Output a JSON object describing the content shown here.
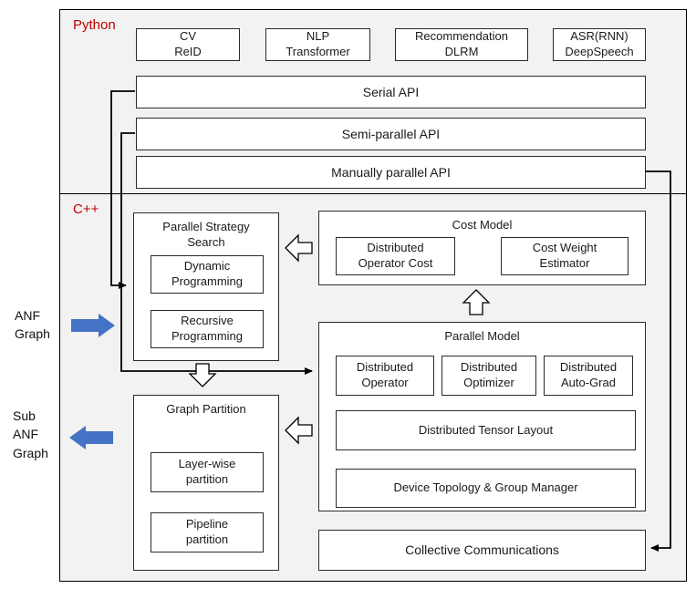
{
  "python_section": {
    "label": "Python"
  },
  "cpp_section": {
    "label": "C++"
  },
  "app_boxes": [
    {
      "label": "CV\nReID"
    },
    {
      "label": "NLP\nTransformer"
    },
    {
      "label": "Recommendation\nDLRM"
    },
    {
      "label": "ASR(RNN)\nDeepSpeech"
    }
  ],
  "api_bars": [
    {
      "label": "Serial API"
    },
    {
      "label": "Semi-parallel API"
    },
    {
      "label": "Manually parallel API"
    }
  ],
  "strategy_search": {
    "title": "Parallel Strategy\nSearch",
    "items": [
      {
        "label": "Dynamic\nProgramming"
      },
      {
        "label": "Recursive\nProgramming"
      }
    ]
  },
  "cost_model": {
    "title": "Cost Model",
    "items": [
      {
        "label": "Distributed\nOperator Cost"
      },
      {
        "label": "Cost Weight\nEstimator"
      }
    ]
  },
  "parallel_model": {
    "title": "Parallel Model",
    "row": [
      {
        "label": "Distributed\nOperator"
      },
      {
        "label": "Distributed\nOptimizer"
      },
      {
        "label": "Distributed\nAuto-Grad"
      }
    ],
    "wide": [
      {
        "label": "Distributed Tensor Layout"
      },
      {
        "label": "Device Topology & Group Manager"
      }
    ]
  },
  "graph_partition": {
    "title": "Graph Partition",
    "items": [
      {
        "label": "Layer-wise\npartition"
      },
      {
        "label": "Pipeline\npartition"
      }
    ]
  },
  "collective": {
    "label": "Collective Communications"
  },
  "side": {
    "anf": "ANF\nGraph",
    "sub_anf": "Sub\nANF\nGraph"
  },
  "colors": {
    "accent_red": "#c00000",
    "arrow_blue": "#4472c4",
    "box_border": "#2b2b2b"
  }
}
